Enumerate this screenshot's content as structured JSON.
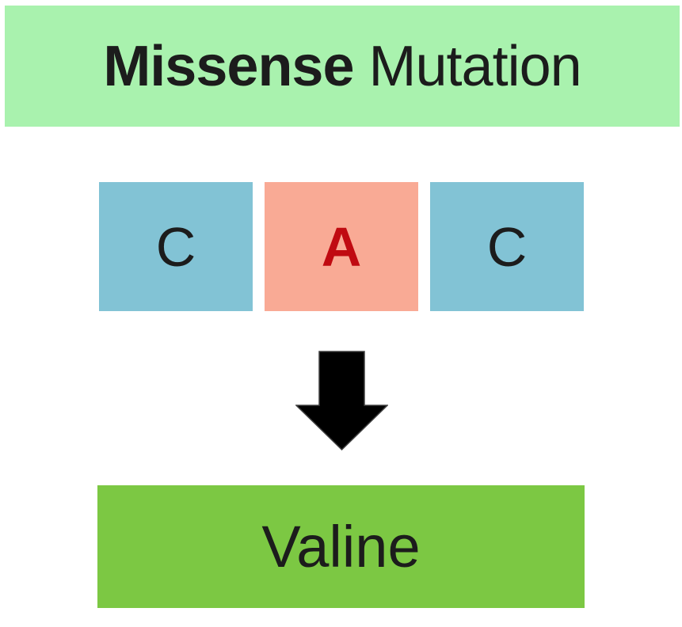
{
  "header": {
    "title_emphasis": "Missense",
    "title_rest": " Mutation",
    "bg_color": "#a9f2ae",
    "text_color": "#1c1c1c"
  },
  "codon": {
    "bases": [
      {
        "letter": "C",
        "state": "original",
        "bg_color": "#82c3d5",
        "text_color": "#1c1c1c"
      },
      {
        "letter": "A",
        "state": "mutated",
        "bg_color": "#f9aa95",
        "text_color": "#c00a11"
      },
      {
        "letter": "C",
        "state": "original",
        "bg_color": "#82c3d5",
        "text_color": "#1c1c1c"
      }
    ]
  },
  "arrow": {
    "direction": "down",
    "fill_color": "#000000",
    "stroke_color": "#3f3f3f"
  },
  "result": {
    "label": "Valine",
    "bg_color": "#7cc843",
    "text_color": "#1c1c1c"
  }
}
